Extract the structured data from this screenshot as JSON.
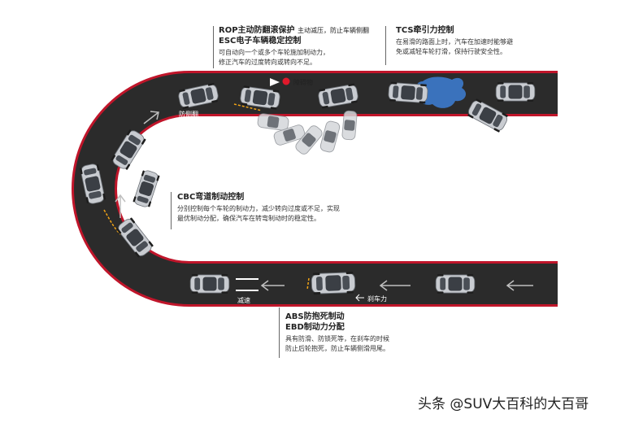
{
  "callouts": {
    "rop": {
      "title": "ROP主动防翻滚保护",
      "title_note": "主动减压，防止车辆侧翻",
      "title2": "ESC电子车辆稳定控制",
      "desc_line1": "可自动向一个或多个车轮施加制动力，",
      "desc_line2": "修正汽车的过度转向或转向不足。"
    },
    "tcs": {
      "title": "TCS牵引力控制",
      "desc_line1": "在易滑的路面上时，汽车在加速时能够避",
      "desc_line2": "免或减轻车轮打滑，保持行驶安全性。"
    },
    "cbc": {
      "title": "CBC弯道制动控制",
      "desc_line1": "分别控制每个车轮的制动力，减少转向过度或不足，实现",
      "desc_line2": "最优制动分配，确保汽车在转弯制动时的稳定性。"
    },
    "abs": {
      "title": "ABS防抱死制动",
      "title2": "EBD制动力分配",
      "desc_line1": "具有防滑、防锁死等，在刹车的时候",
      "desc_line2": "防止后轮抱死，防止车辆侧滑甩尾。"
    }
  },
  "road_labels": {
    "anti_roll": "防侧翻",
    "obstacle": "障碍物",
    "decelerate": "减速",
    "brake_force": "刹车力"
  },
  "watermark": "头条 @SUV大百科的大百哥",
  "colors": {
    "road": "#2b2b2b",
    "road_edge": "#c0152a",
    "lane_arrow": "#bfbfbf",
    "car_body": "#c9ccd1",
    "car_glass": "#3b3f45",
    "water": "#3d7fd6",
    "obstacle_marker": "#e0192b",
    "wheel_glow": "#f2a416"
  }
}
